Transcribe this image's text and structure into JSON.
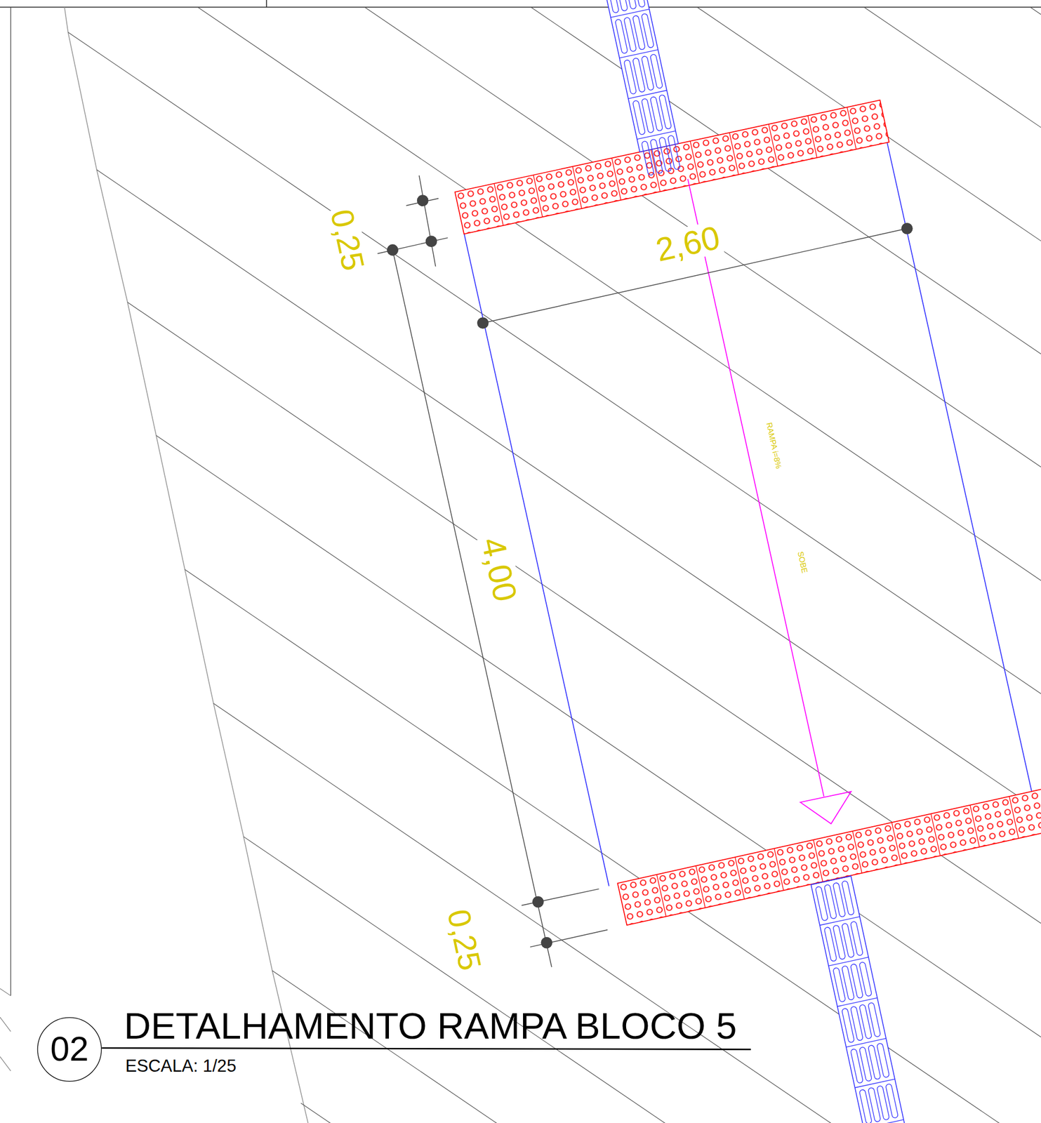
{
  "diagram": {
    "title": "DETALHAMENTO RAMPA BLOCO 5",
    "caption": "ESCALA: 1/25",
    "nodes": [
      {
        "text": [
          "02"
        ]
      }
    ],
    "labels": [
      "0,25",
      "2,60",
      "RAMPA i=8%",
      "SOBE",
      "4,00",
      "0,25"
    ]
  }
}
